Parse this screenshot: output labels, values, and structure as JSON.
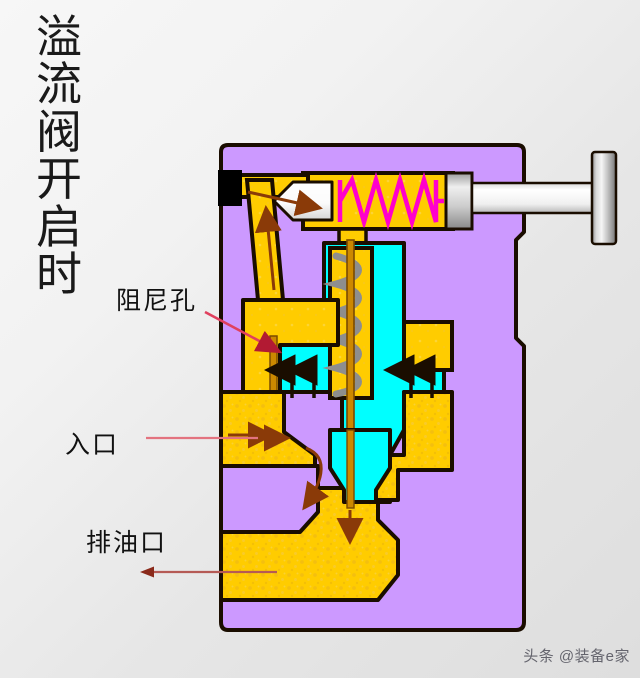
{
  "title": {
    "text": "溢\n流\n阀\n开\n启\n时",
    "orientation": "vertical",
    "meaning": "When the relief valve opens"
  },
  "labels": {
    "damping_hole": "阻尼孔",
    "inlet": "入口",
    "drain_port": "排油口"
  },
  "watermark": "头条 @装备e家",
  "colors": {
    "background": "#e6e6e6",
    "valve_body": "#cc99ff",
    "oil_yellow": "#ffcc00",
    "oil_texture": "#f5c21a",
    "chamber_cyan": "#00ffff",
    "main_spring": "#ff00cc",
    "pilot_spring": "#999999",
    "outline": "#1a0d00",
    "plug_black": "#000000",
    "poppet_white": "#ffffff",
    "metal_gray": "#b0b0b0",
    "flow_arrow": "#993300",
    "callout_red": "#e03050",
    "callout_pink": "#e06070"
  },
  "diagram": {
    "type": "hydraulic-relief-valve-cross-section",
    "parts": [
      "valve-body",
      "pilot-poppet",
      "pilot-spring",
      "adjusting-screw",
      "adjusting-knob",
      "main-spool",
      "main-spring",
      "damping-orifice",
      "inlet-port",
      "drain-port",
      "upper-chamber",
      "plug"
    ]
  }
}
